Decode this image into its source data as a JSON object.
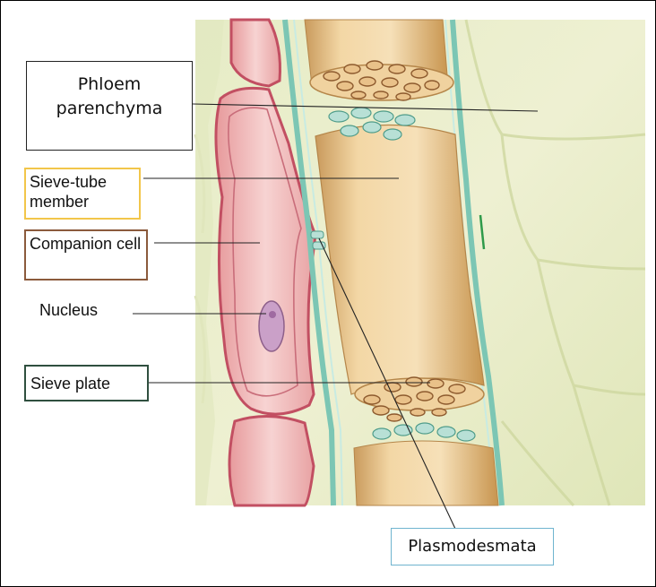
{
  "labels": {
    "phloem_parenchyma": "Phloem parenchyma",
    "sieve_tube_member": "Sieve-tube member",
    "companion_cell": "Companion cell",
    "nucleus": "Nucleus",
    "sieve_plate": "Sieve plate",
    "plasmodesmata": "Plasmodesmata"
  },
  "colors": {
    "background_tissue": "#e8ecc8",
    "companion_cell_fill": "#f4c7c7",
    "sieve_tube_fill": "#f0d29f",
    "cell_wall": "#7cc6b4",
    "sieve_tube_box_border": "#f2c64a",
    "companion_box_border": "#8b5a3c",
    "sieve_plate_box_border": "#2f4f3f",
    "plasmodesmata_box_border": "#6fb4cf"
  }
}
